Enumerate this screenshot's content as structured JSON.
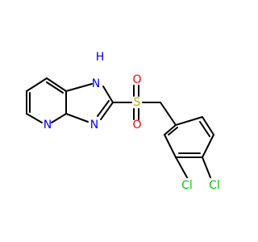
{
  "molecule": {
    "atoms": [
      {
        "id": "nh",
        "label": "N",
        "h_label": "H",
        "color": "#0000ff"
      },
      {
        "id": "n_im",
        "label": "N",
        "color": "#0000ff"
      },
      {
        "id": "n_py",
        "label": "N",
        "color": "#0000ff"
      },
      {
        "id": "s",
        "label": "S",
        "color": "#b2b200"
      },
      {
        "id": "o_top",
        "label": "O",
        "color": "#ff0000"
      },
      {
        "id": "o_bottom",
        "label": "O",
        "color": "#ff0000"
      },
      {
        "id": "cl_left",
        "label": "Cl",
        "color": "#00cc00"
      },
      {
        "id": "cl_right",
        "label": "Cl",
        "color": "#00cc00"
      }
    ]
  },
  "colors": {
    "bond": "#000000",
    "background": "#ffffff"
  }
}
